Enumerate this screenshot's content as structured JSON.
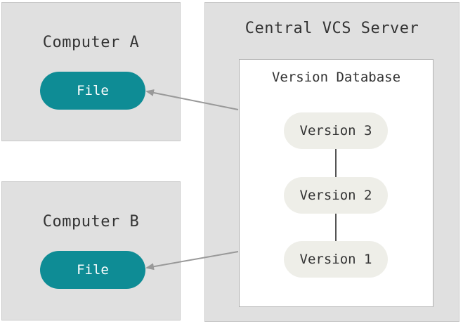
{
  "computer_a": {
    "title": "Computer A",
    "file_label": "File"
  },
  "computer_b": {
    "title": "Computer B",
    "file_label": "File"
  },
  "server": {
    "title": "Central VCS Server",
    "database": {
      "title": "Version Database",
      "versions": [
        "Version 3",
        "Version 2",
        "Version 1"
      ]
    }
  },
  "colors": {
    "file_fill": "#0e8c95",
    "box_fill": "#e0e0e0",
    "version_fill": "#eeeee8",
    "arrow": "#999999"
  }
}
